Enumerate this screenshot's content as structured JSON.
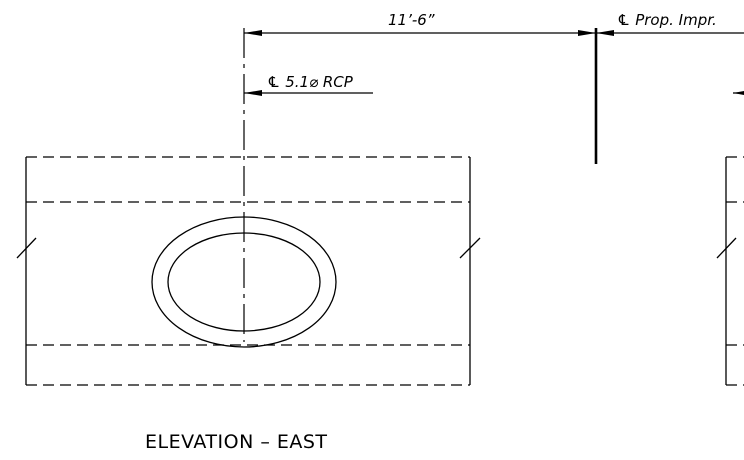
{
  "drawing": {
    "dim_spacing": "11’-6”",
    "label_pipe": "℄ 5.1⌀ RCP",
    "label_impr": "℄ Prop. Impr.",
    "view_title": "ELEVATION – EAST"
  }
}
